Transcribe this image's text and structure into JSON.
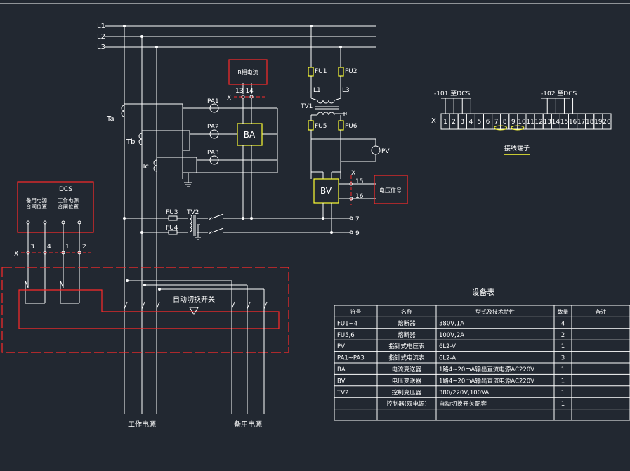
{
  "colors": {
    "background": "#222831",
    "line": "#ffffff",
    "red": "#ff2a2a",
    "yellow": "#ffff33",
    "grey": "#9aa0a6"
  },
  "buses": [
    "L1",
    "L2",
    "L3"
  ],
  "ct_labels": [
    "Ta",
    "Tb",
    "Tc"
  ],
  "ammeters": [
    "PA1",
    "PA2",
    "PA3"
  ],
  "ba_box": {
    "label": "BA",
    "remote_box": "B相电流",
    "terminals": "13 14",
    "x_mark": "X"
  },
  "fuses": [
    "FU1",
    "FU2",
    "FU5",
    "FU6"
  ],
  "pt": {
    "label": "TV1",
    "l1": "L1",
    "l3": "L3"
  },
  "voltmeter": "PV",
  "bv_box": {
    "label": "BV",
    "terminals": [
      "15",
      "16"
    ],
    "x_mark": "X",
    "remote_box": "电压信号"
  },
  "aux": {
    "fu3": "FU3",
    "fu4": "FU4",
    "tv2": "TV2",
    "terminals": [
      "7",
      "9"
    ]
  },
  "dcs_box": {
    "title": "DCS",
    "left": "备用电源\n合闸位置",
    "right": "工作电源\n合闸位置",
    "terminals": [
      "3",
      "4",
      "1",
      "2"
    ],
    "x_mark": "X"
  },
  "switch_label": "自动切换开关",
  "bottom_labels": [
    "工作电源",
    "备用电源"
  ],
  "terminal_strip": {
    "group1": "-101 至DCS",
    "group2": "-102 至DCS",
    "x_mark": "X",
    "numbers": [
      "1",
      "2",
      "3",
      "4",
      "5",
      "6",
      "7",
      "8",
      "9",
      "10",
      "11",
      "12",
      "13",
      "14",
      "15",
      "16",
      "17",
      "18",
      "19",
      "20"
    ],
    "caption": "接线端子"
  },
  "equipment_table": {
    "title": "设备表",
    "headers": [
      "符号",
      "名称",
      "型式及技术特性",
      "数量",
      "备注"
    ],
    "rows": [
      [
        "FU1~4",
        "熔断器",
        "380V,1A",
        "4",
        ""
      ],
      [
        "FU5,6",
        "熔断器",
        "100V,2A",
        "2",
        ""
      ],
      [
        "PV",
        "指针式电压表",
        "6L2-V",
        "1",
        ""
      ],
      [
        "PA1~PA3",
        "指针式电流表",
        "6L2-A",
        "3",
        ""
      ],
      [
        "BA",
        "电流变送器",
        "1路4~20mA输出直流电源AC220V",
        "1",
        ""
      ],
      [
        "BV",
        "电压变送器",
        "1路4~20mA输出直流电源AC220V",
        "1",
        ""
      ],
      [
        "TV2",
        "控制变压器",
        "380/220V,100VA",
        "1",
        ""
      ],
      [
        "",
        "控制器(双电源)",
        "自动切换开关配套",
        "1",
        ""
      ]
    ]
  }
}
